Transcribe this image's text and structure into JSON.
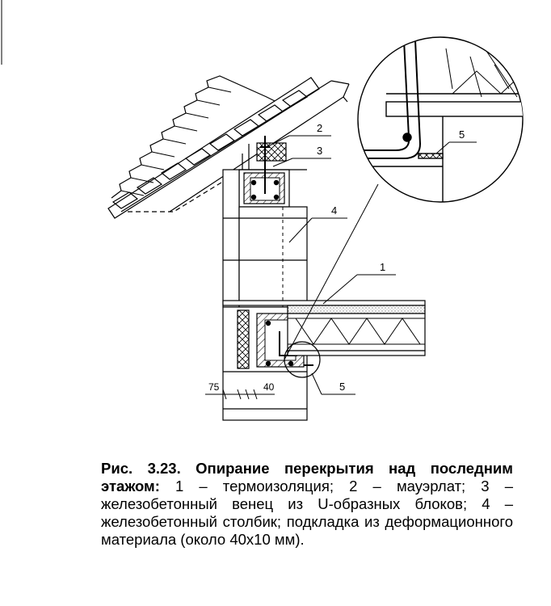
{
  "figure": {
    "callouts": [
      {
        "id": "2",
        "text": "2"
      },
      {
        "id": "3",
        "text": "3"
      },
      {
        "id": "4",
        "text": "4"
      },
      {
        "id": "1",
        "text": "1"
      },
      {
        "id": "5a",
        "text": "5"
      },
      {
        "id": "5b",
        "text": "5"
      }
    ],
    "dimensions": [
      "75",
      "40"
    ]
  },
  "caption": {
    "bold": "Рис. 3.23. Опирание перекрытия над последним этажом:",
    "text": " 1 – термоизоляция; 2 – мауэрлат; 3 – железобетонный венец из U-образных блоков; 4 – железобетонный столбик; подкладка из деформационного материала (около 40х10 мм)."
  },
  "colors": {
    "line": "#000000",
    "hatch": "#555555",
    "background": "#ffffff"
  }
}
